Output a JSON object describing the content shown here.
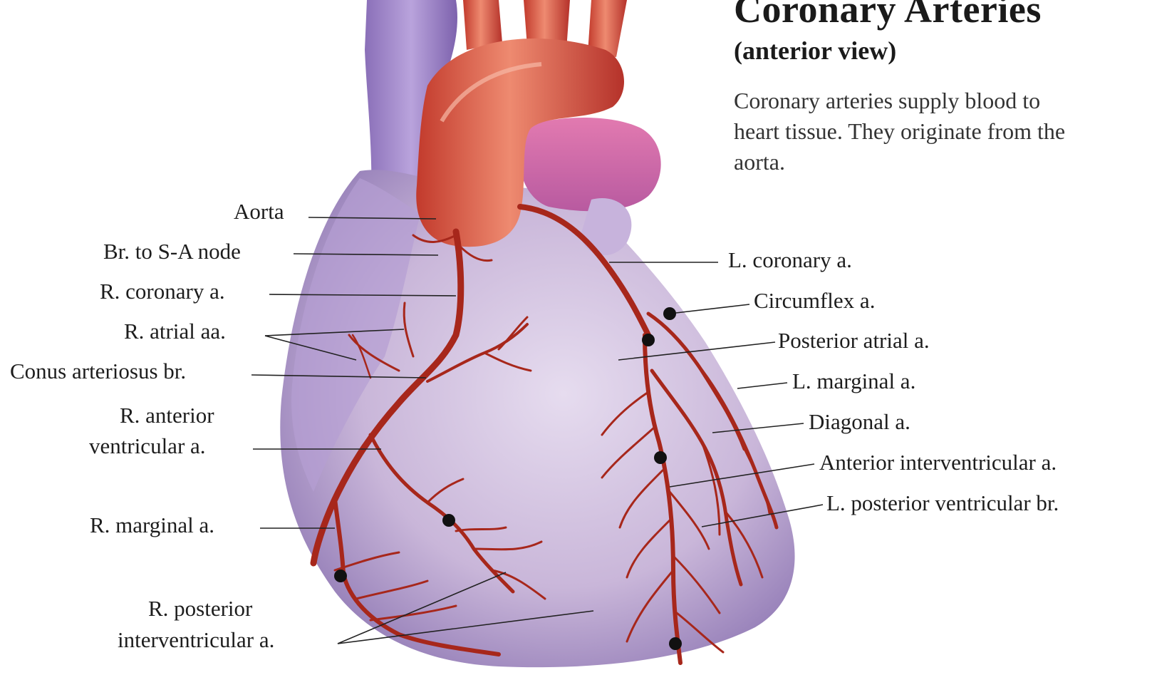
{
  "title": "Coronary Arteries",
  "subtitle": "(anterior view)",
  "description": "Coronary arteries supply blood to heart tissue. They originate from the aorta.",
  "labels": {
    "aorta": "Aorta",
    "sa_node": "Br. to S-A node",
    "r_coronary": "R. coronary a.",
    "r_atrial": "R. atrial aa.",
    "conus": "Conus arteriosus br.",
    "r_ant_vent_1": "R. anterior",
    "r_ant_vent_2": "ventricular a.",
    "r_marginal": "R. marginal a.",
    "r_post_inter_1": "R. posterior",
    "r_post_inter_2": "interventricular a.",
    "l_coronary": "L. coronary a.",
    "circumflex": "Circumflex a.",
    "post_atrial": "Posterior atrial a.",
    "l_marginal": "L. marginal a.",
    "diagonal": "Diagonal a.",
    "ant_inter": "Anterior interventricular a.",
    "l_post_vent": "L. posterior ventricular br."
  },
  "colors": {
    "heart": "#c9b6d9",
    "vessel_purple": "#9f86c4",
    "aorta": "#d9533f",
    "artery": "#a7271b"
  }
}
